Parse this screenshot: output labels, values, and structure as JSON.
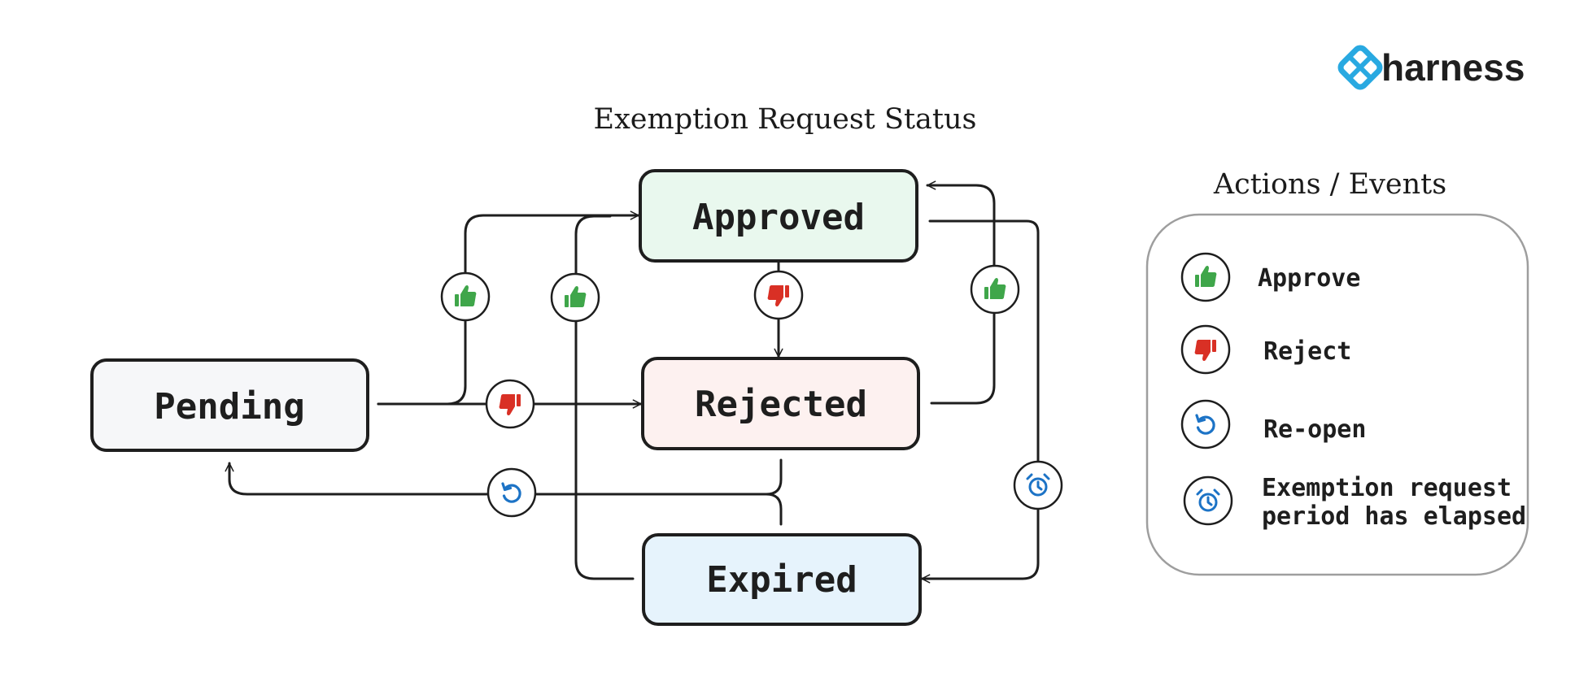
{
  "brand": {
    "name": "harness",
    "colors": {
      "logo": "#29a9e1",
      "text": "#1f1f1f"
    }
  },
  "diagram": {
    "title": "Exemption Request Status",
    "states": {
      "pending": {
        "label": "Pending",
        "fill": "#f6f7f9"
      },
      "approved": {
        "label": "Approved",
        "fill": "#e9f8ee"
      },
      "rejected": {
        "label": "Rejected",
        "fill": "#fdf1f0"
      },
      "expired": {
        "label": "Expired",
        "fill": "#e6f3fc"
      }
    },
    "transitions": [
      {
        "from": "Pending",
        "to": "Approved",
        "event": "approve"
      },
      {
        "from": "Pending",
        "to": "Rejected",
        "event": "reject"
      },
      {
        "from": "Expired",
        "to": "Approved",
        "event": "approve"
      },
      {
        "from": "Approved",
        "to": "Rejected",
        "event": "reject"
      },
      {
        "from": "Rejected",
        "to": "Approved",
        "event": "approve"
      },
      {
        "from": "Rejected",
        "to": "Pending",
        "event": "re-open"
      },
      {
        "from": "Expired",
        "to": "Pending",
        "event": "re-open"
      },
      {
        "from": "Approved",
        "to": "Expired",
        "event": "period-elapsed"
      }
    ]
  },
  "legend": {
    "title": "Actions / Events",
    "items": [
      {
        "icon": "thumbs-up-icon",
        "label": "Approve"
      },
      {
        "icon": "thumbs-down-icon",
        "label": "Reject"
      },
      {
        "icon": "reopen-icon",
        "label": "Re-open"
      },
      {
        "icon": "alarm-clock-icon",
        "label_lines": [
          "Exemption request",
          "period has elapsed"
        ]
      }
    ]
  },
  "colors": {
    "approve": "#3fa64a",
    "reject": "#d93025",
    "event": "#1c73c6",
    "stroke": "#1e1e1e",
    "legend_border": "#9e9e9e"
  }
}
